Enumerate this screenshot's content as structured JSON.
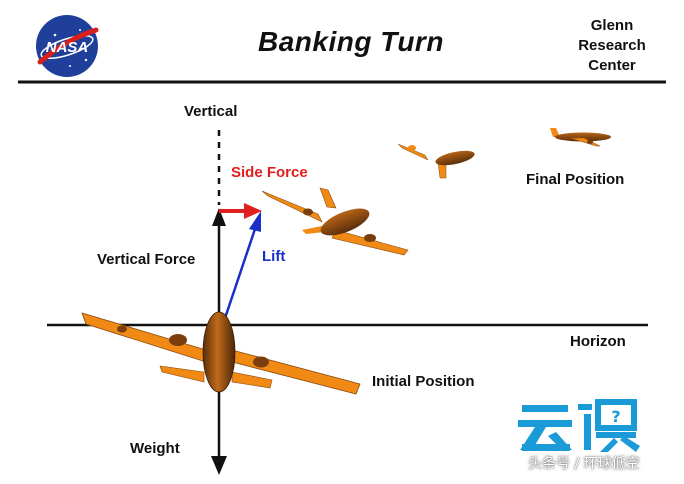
{
  "header": {
    "title": "Banking Turn",
    "org_lines": [
      "Glenn",
      "Research",
      "Center"
    ],
    "logo_text": "NASA"
  },
  "labels": {
    "vertical": "Vertical",
    "side_force": "Side Force",
    "vertical_force": "Vertical Force",
    "lift": "Lift",
    "final_position": "Final Position",
    "horizon": "Horizon",
    "initial_position": "Initial Position",
    "weight": "Weight"
  },
  "watermark": {
    "logo_text": "云课",
    "caption": "头条号 / 环球低空"
  },
  "colors": {
    "aircraft": "#f08a14",
    "aircraft_shadow": "#8a4a10",
    "side_force": "#e02020",
    "lift": "#1a2fc8",
    "nasa_blue": "#1f3f9a",
    "watermark_blue": "#1a9ad6"
  }
}
